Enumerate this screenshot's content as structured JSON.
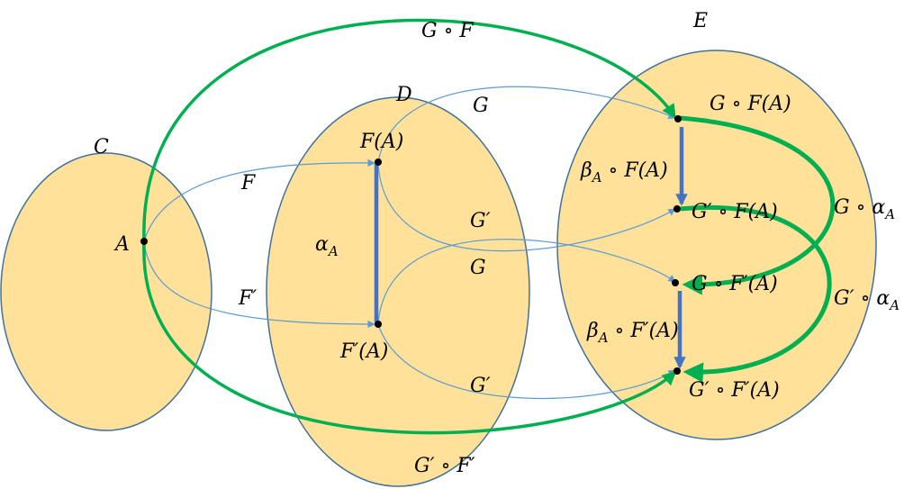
{
  "categories": {
    "C": "C",
    "D": "D",
    "E": "E"
  },
  "objects": {
    "A": "A",
    "FA": "F(A)",
    "FpA": "F′(A)",
    "GFA": "G ∘ F(A)",
    "GpFA": "G′ ∘ F(A)",
    "GFpA": "G ∘ F′(A)",
    "GpFpA": "G′ ∘ F′(A)"
  },
  "morphisms": {
    "F": "F",
    "Fp": "F′",
    "alpha": "α",
    "alpha_sub": "A",
    "G_top": "G",
    "Gp_mid": "G′",
    "G_mid": "G",
    "Gp_bottom": "G′",
    "GF": "G ∘ F",
    "GpFp": "G′ ∘ F′",
    "beta_FA": "β",
    "beta_FA_sub": "A",
    "beta_FA_rest": " ∘ F(A)",
    "beta_FpA": "β",
    "beta_FpA_sub": "A",
    "beta_FpA_rest": " ∘ F′(A)",
    "G_alpha_prefix": "G ∘ α",
    "G_alpha_sub": "A",
    "Gp_alpha_prefix": "G′ ∘ α",
    "Gp_alpha_sub": "A"
  },
  "colors": {
    "category_fill": "#ffe199",
    "category_stroke": "#41719c",
    "functor_arrow": "#5b9bd5",
    "composite_arrow": "#00b050",
    "natural_transformation": "#4472c4"
  }
}
